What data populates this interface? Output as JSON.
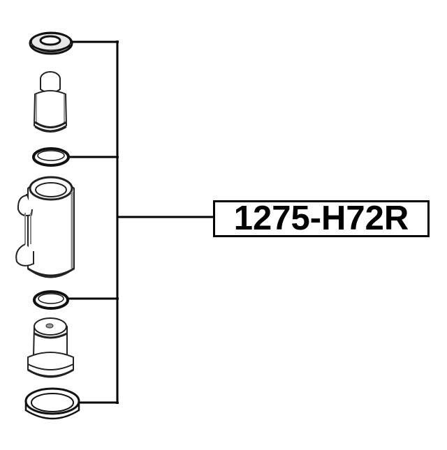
{
  "diagram": {
    "part_number": "1275-H72R",
    "components": [
      {
        "name": "top-seal-washer",
        "connected": true
      },
      {
        "name": "piston-cap",
        "connected": false
      },
      {
        "name": "upper-o-ring",
        "connected": true
      },
      {
        "name": "caliper-guide-boot-sleeve",
        "connected": true
      },
      {
        "name": "lower-o-ring",
        "connected": true
      },
      {
        "name": "guide-pin-bushing",
        "connected": false
      },
      {
        "name": "bottom-dust-seal",
        "connected": true
      }
    ],
    "colors": {
      "line": "#000000",
      "background": "#ffffff",
      "part_stroke": "#1a1a1a",
      "part_shade": "#8c8c8c"
    }
  }
}
